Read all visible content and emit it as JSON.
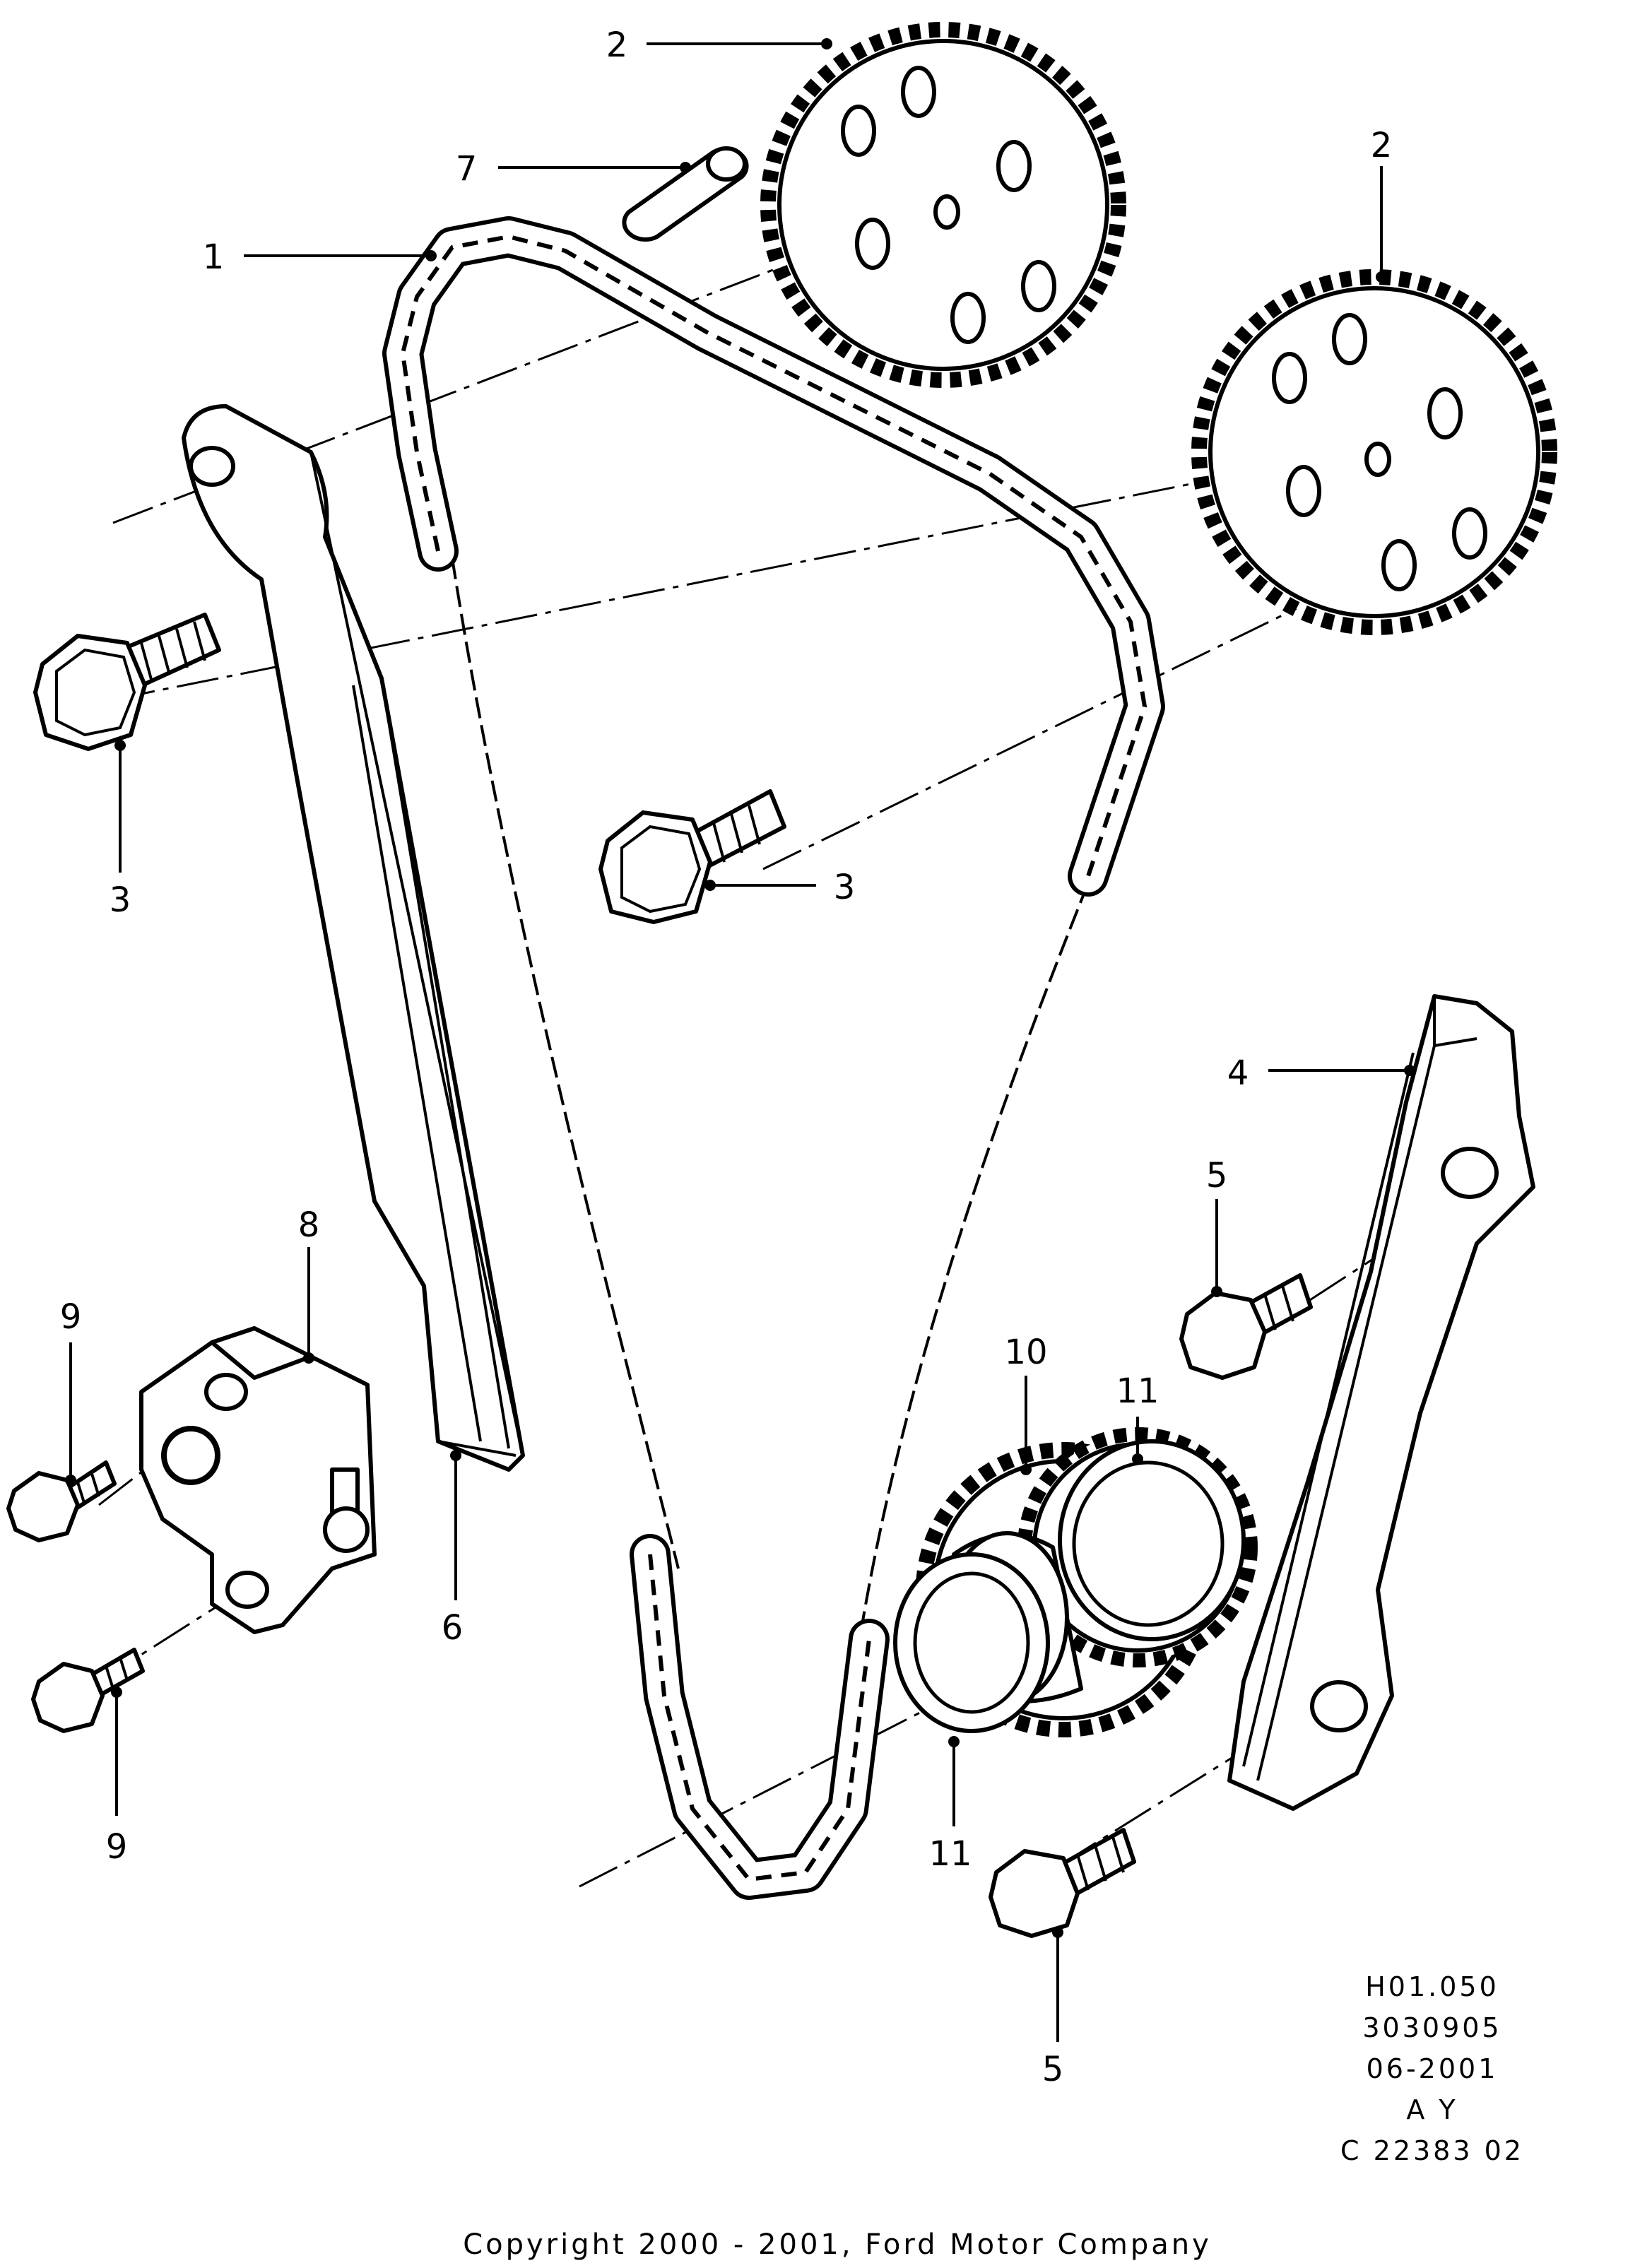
{
  "callouts": {
    "c1": "1",
    "c2a": "2",
    "c2b": "2",
    "c3a": "3",
    "c3b": "3",
    "c4": "4",
    "c5a": "5",
    "c5b": "5",
    "c6": "6",
    "c7": "7",
    "c8": "8",
    "c9a": "9",
    "c9b": "9",
    "c10": "10",
    "c11a": "11",
    "c11b": "11"
  },
  "reference": {
    "line1": "H01.050",
    "line2": "3030905",
    "line3": "06-2001",
    "line4": "A Y",
    "line5": "C 22383 02"
  },
  "copyright": "Copyright 2000 - 2001, Ford Motor Company"
}
